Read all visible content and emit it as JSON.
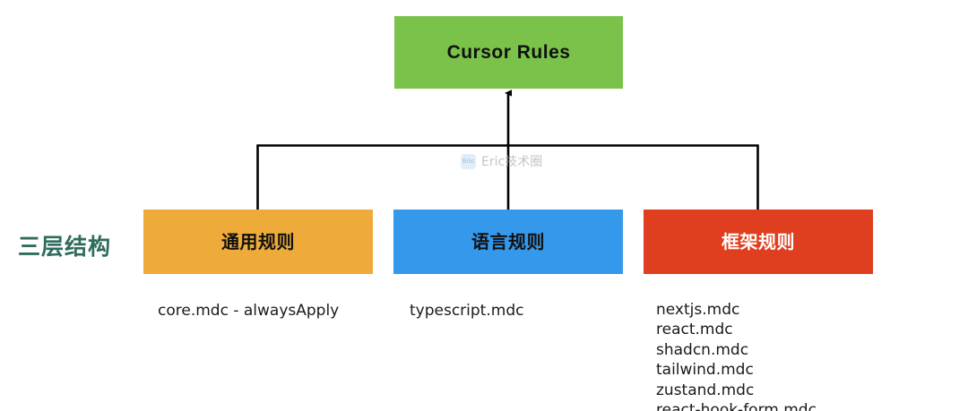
{
  "diagram": {
    "title": "Cursor Rules three-layer structure",
    "background_color": "#ffffff",
    "side_label": "三层结构",
    "side_label_color": "#2f6b5e",
    "root": {
      "label": "Cursor Rules",
      "fill": "#7ac24a",
      "text_color": "#111111"
    },
    "layers": [
      {
        "key": "general",
        "label": "通用规则",
        "fill": "#efab3a",
        "text_color": "#111111",
        "caption": "core.mdc - alwaysApply"
      },
      {
        "key": "language",
        "label": "语言规则",
        "fill": "#3498eb",
        "text_color": "#111111",
        "caption": "typescript.mdc"
      },
      {
        "key": "framework",
        "label": "框架规则",
        "fill": "#df3f1f",
        "text_color": "#ffffff",
        "files": [
          "nextjs.mdc",
          "react.mdc",
          "shadcn.mdc",
          "tailwind.mdc",
          "zustand.mdc",
          "react-hook-form.mdc"
        ]
      }
    ],
    "connector_color": "#000000"
  },
  "watermark": {
    "badge_text": "Eric",
    "text": "Eric技术圈",
    "text_color": "#9aa3ab",
    "badge_color": "#cfe3f5"
  }
}
